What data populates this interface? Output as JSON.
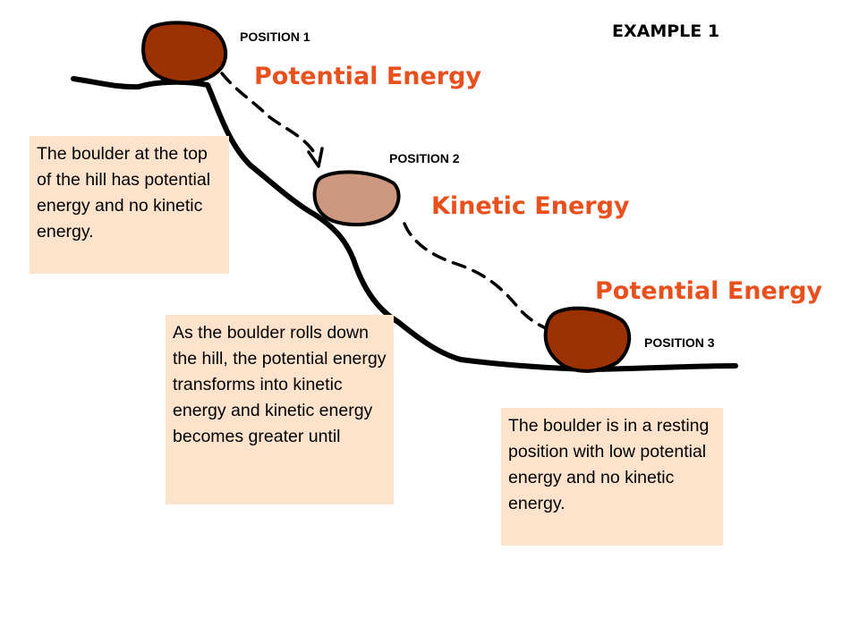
{
  "example_label": "EXAMPLE 1",
  "positions": {
    "p1": "POSITION 1",
    "p2": "POSITION 2",
    "p3": "POSITION 3"
  },
  "energy_labels": {
    "top": "Potential Energy",
    "middle": "Kinetic Energy",
    "bottom": "Potential Energy"
  },
  "text_boxes": {
    "top_left": "The boulder at the top of the hill has potential energy and no kinetic energy.",
    "middle": "As the boulder rolls down the hill, the potential energy transforms into kinetic energy and kinetic energy becomes greater until",
    "bottom_right": "The boulder is in a resting position with low potential energy and no kinetic energy."
  },
  "colors": {
    "boulder_dark": "#9b3000",
    "boulder_light": "#cc9980",
    "energy_text": "#e8501e",
    "box_fill": "#fde2cc"
  }
}
